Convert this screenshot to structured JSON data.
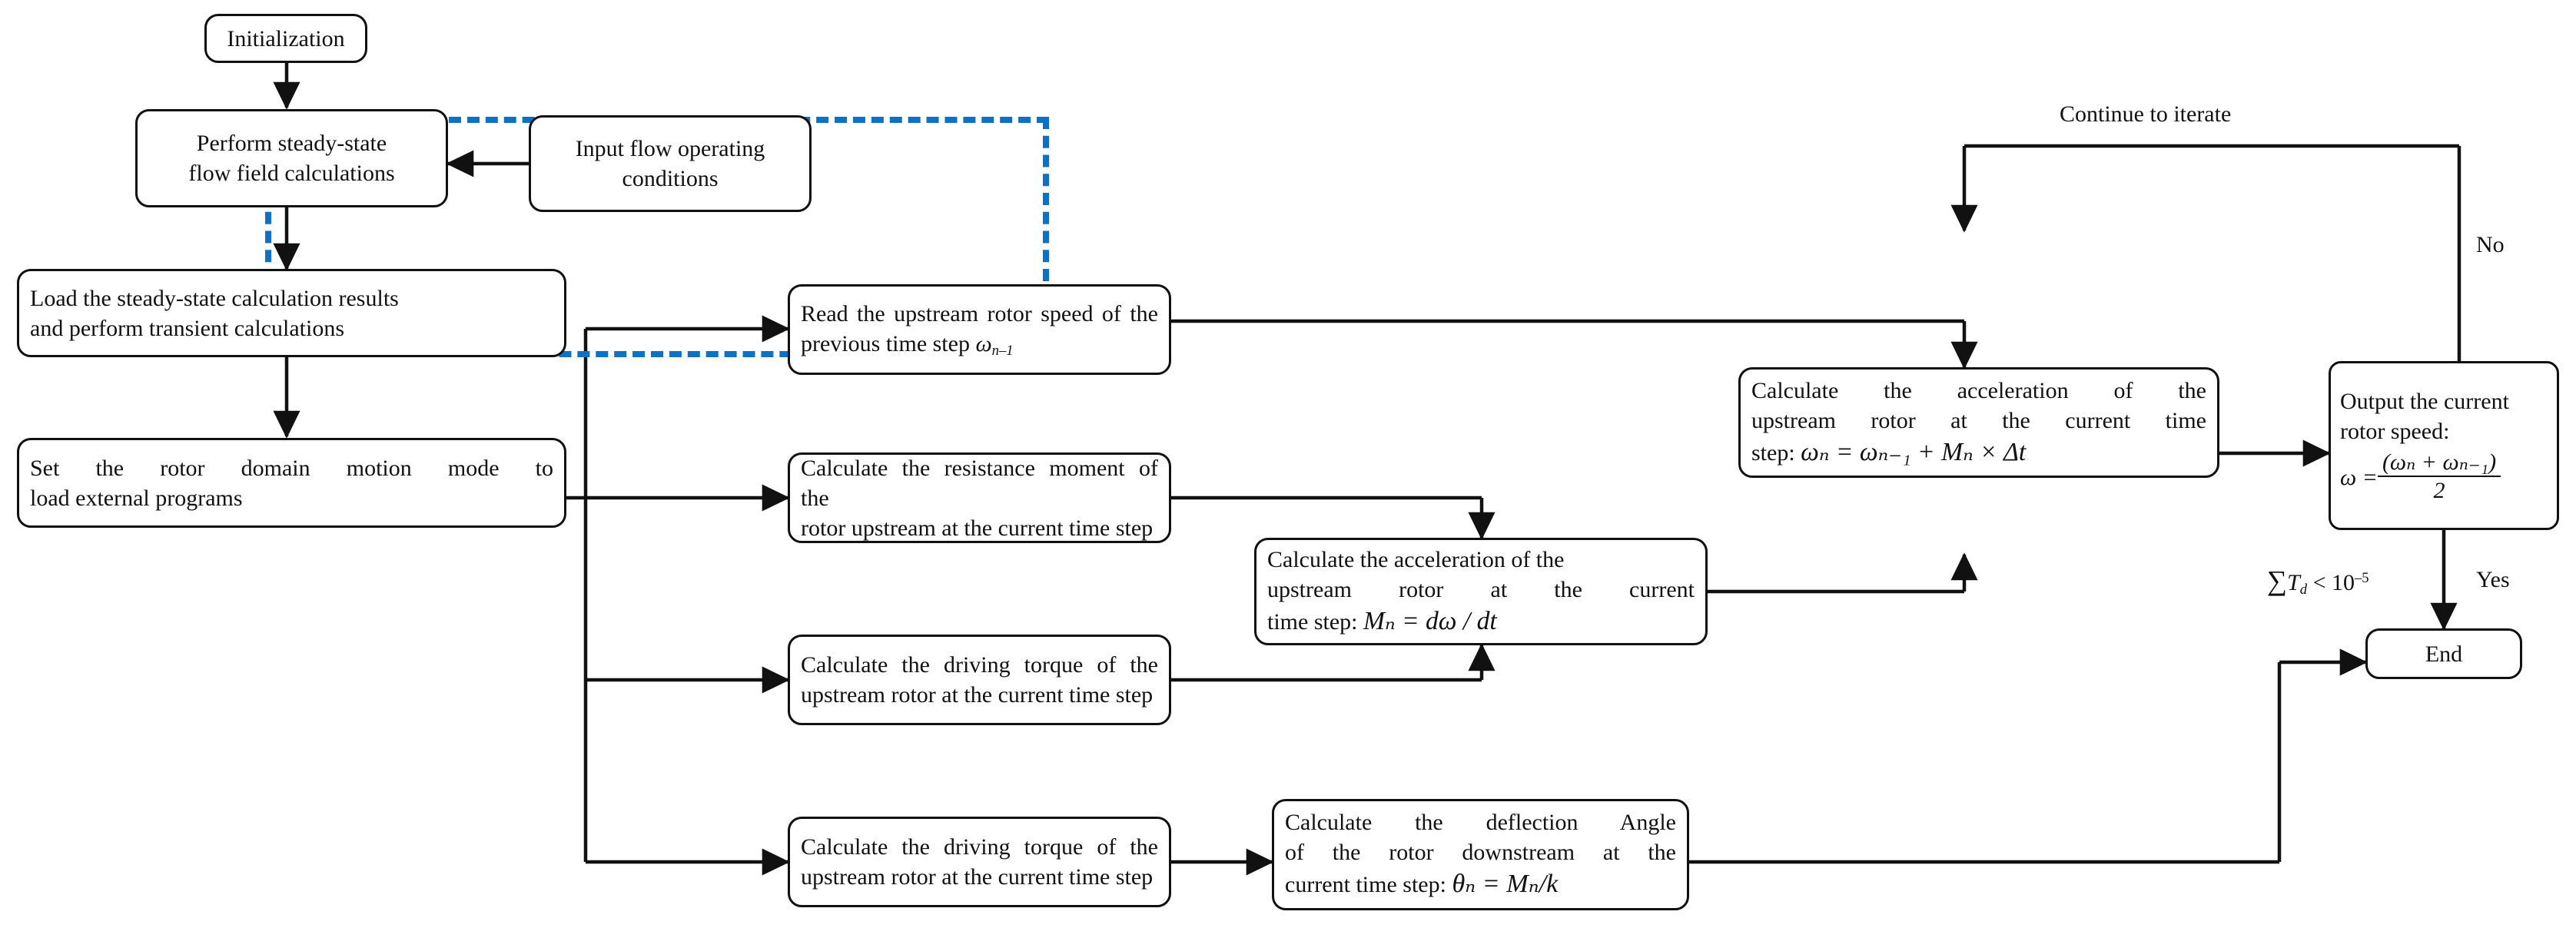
{
  "diagram": {
    "title": "Fluid-structure interaction rotor speed iteration flowchart",
    "accent_color": "#0E72C4",
    "line_color": "#111111",
    "background": "#ffffff"
  },
  "nodes": {
    "initialization": {
      "label": "Initialization"
    },
    "steady_state": {
      "line1": "Perform steady-state",
      "line2": "flow field calculations"
    },
    "input_flow": {
      "line1": "Input flow operating",
      "line2": "conditions"
    },
    "load_steady": {
      "line1": "Load the steady-state calculation results",
      "line2": "and perform transient calculations"
    },
    "set_rotor": {
      "line1": "Set the rotor domain motion mode to",
      "line2": "load external programs"
    },
    "read_speed": {
      "line1": "Read  the  upstream  rotor  speed  of  the",
      "line2_prefix": "previous time step ",
      "line2_sym": "ω",
      "line2_sub": "n–1"
    },
    "resistance_moment": {
      "line1": "Calculate  the  resistance  moment  of  the",
      "line2": "rotor upstream at the current time step"
    },
    "driving_torque_mid": {
      "line1": "Calculate  the  driving  torque  of  the",
      "line2": "upstream rotor at the current time step"
    },
    "accel_M": {
      "line1": "Calculate the acceleration of the",
      "line2": "upstream  rotor  at  the  current",
      "line3_prefix": "time step: ",
      "line3_eq": "Mₙ = dω / dt"
    },
    "accel_omega": {
      "line1": "Calculate  the  acceleration  of  the",
      "line2": "upstream  rotor  at  the  current  time",
      "line3_prefix": "step:  ",
      "line3_eq": "ωₙ = ωₙ₋₁ + Mₙ × Δt"
    },
    "driving_torque_bot": {
      "line1": "Calculate  the  driving  torque  of  the",
      "line2": "upstream rotor at the current time step"
    },
    "deflection_angle": {
      "line1": "Calculate  the  deflection  Angle",
      "line2": "of  the  rotor  downstream  at  the",
      "line3_prefix": "current time step: ",
      "line3_eq": "θₙ = Mₙ/k"
    },
    "output_speed": {
      "line1": "Output the current",
      "line2": "rotor speed:",
      "eq_lhs": "ω =",
      "eq_num": "(ωₙ + ωₙ₋₁)",
      "eq_den": "2"
    },
    "end": {
      "label": "End"
    }
  },
  "edge_labels": {
    "continue_to_iterate": "Continue to iterate",
    "no": "No",
    "yes": "Yes",
    "convergence": {
      "sigma": "∑",
      "sym": "T",
      "sub": "d",
      "rel": " < 10",
      "exp": "–5"
    }
  }
}
